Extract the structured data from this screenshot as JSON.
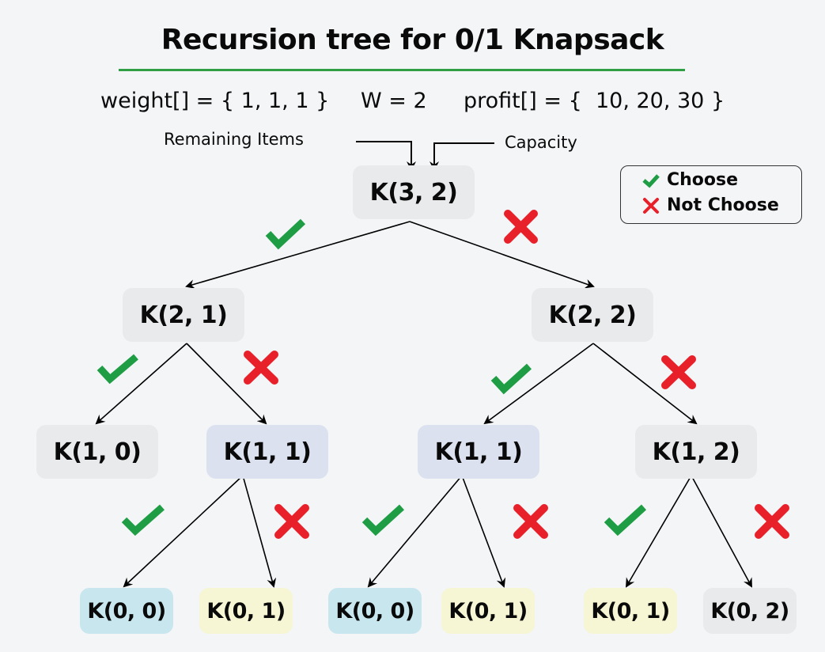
{
  "title": "Recursion tree for 0/1 Knapsack",
  "given": {
    "weight": "weight[] = { 1, 1, 1 }",
    "capacity": "W = 2",
    "profit": "profit[] = {  10, 20, 30 }"
  },
  "annotations": {
    "remaining_items": "Remaining Items",
    "capacity": "Capacity"
  },
  "legend": {
    "choose": "Choose",
    "not_choose": "Not Choose",
    "choose_color": "#1f9d45",
    "not_choose_color": "#e8202a"
  },
  "tree": {
    "root": "K(3, 2)",
    "level1": [
      "K(2, 1)",
      "K(2, 2)"
    ],
    "level2": [
      "K(1, 0)",
      "K(1, 1)",
      "K(1, 1)",
      "K(1, 2)"
    ],
    "level3": [
      "K(0, 0)",
      "K(0, 1)",
      "K(0, 0)",
      "K(0, 1)",
      "K(0, 1)",
      "K(0, 2)"
    ]
  }
}
